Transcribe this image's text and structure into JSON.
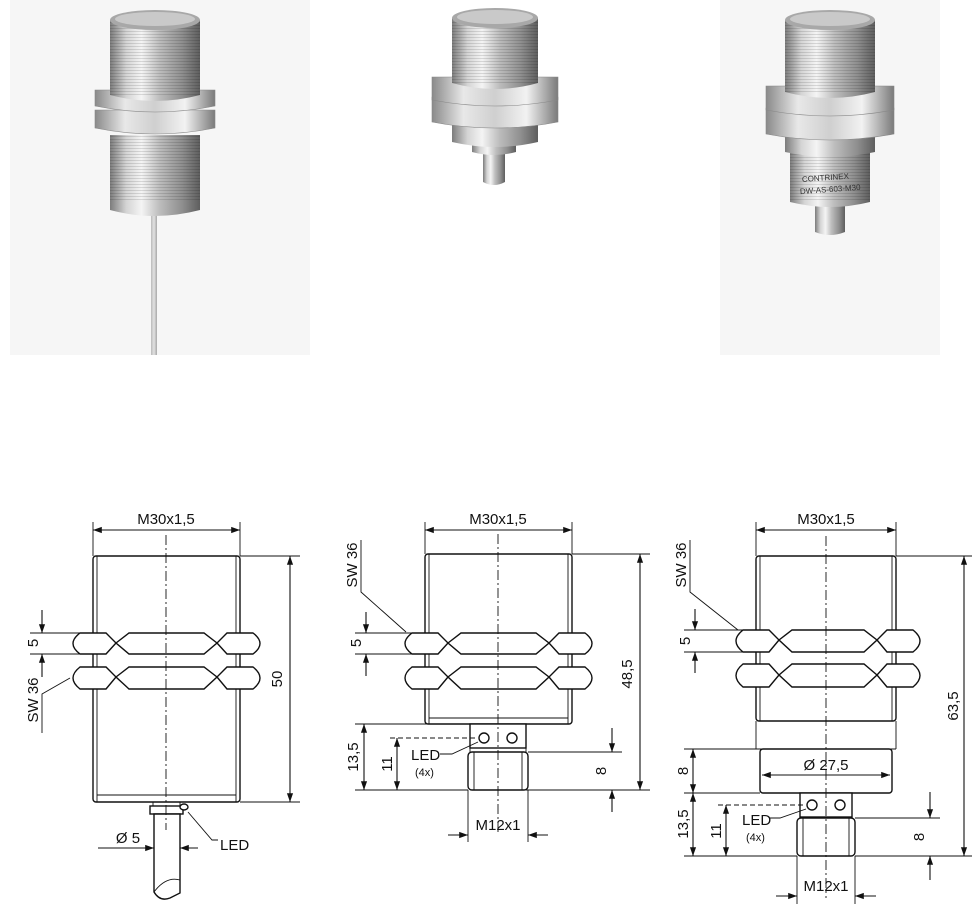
{
  "photos": [
    {
      "name": "cable"
    },
    {
      "name": "connector"
    },
    {
      "name": "connector-long"
    }
  ],
  "drawings": {
    "cable": {
      "thread": "M30x1,5",
      "nut_thickness": "5",
      "wrench": "SW 36",
      "length": "50",
      "cable_diameter": "Ø 5",
      "led": "LED"
    },
    "connector": {
      "thread": "M30x1,5",
      "wrench": "SW 36",
      "nut_thickness": "5",
      "length": "48,5",
      "connector_length": "13,5",
      "led_offset": "11",
      "led": "LED",
      "led_count": "(4x)",
      "plug_length": "8",
      "plug_thread": "M12x1"
    },
    "connector_long": {
      "thread": "M30x1,5",
      "wrench": "SW 36",
      "nut_thickness": "5",
      "length": "63,5",
      "collar_height": "8",
      "collar_diameter": "Ø 27,5",
      "connector_length": "13,5",
      "led_offset": "11",
      "led": "LED",
      "led_count": "(4x)",
      "plug_length": "8",
      "plug_thread": "M12x1"
    }
  }
}
